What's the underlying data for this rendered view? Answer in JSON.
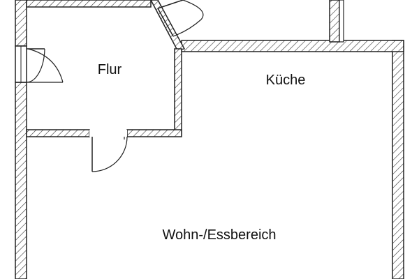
{
  "floor_plan": {
    "rooms": {
      "hallway": "Flur",
      "kitchen": "Küche",
      "living_dining": "Wohn-/Essbereich"
    },
    "colors": {
      "background": "#ffffff",
      "wall_line": "#222222",
      "hatch": "#333333",
      "door_swing": "#222222",
      "text": "#111111"
    }
  }
}
